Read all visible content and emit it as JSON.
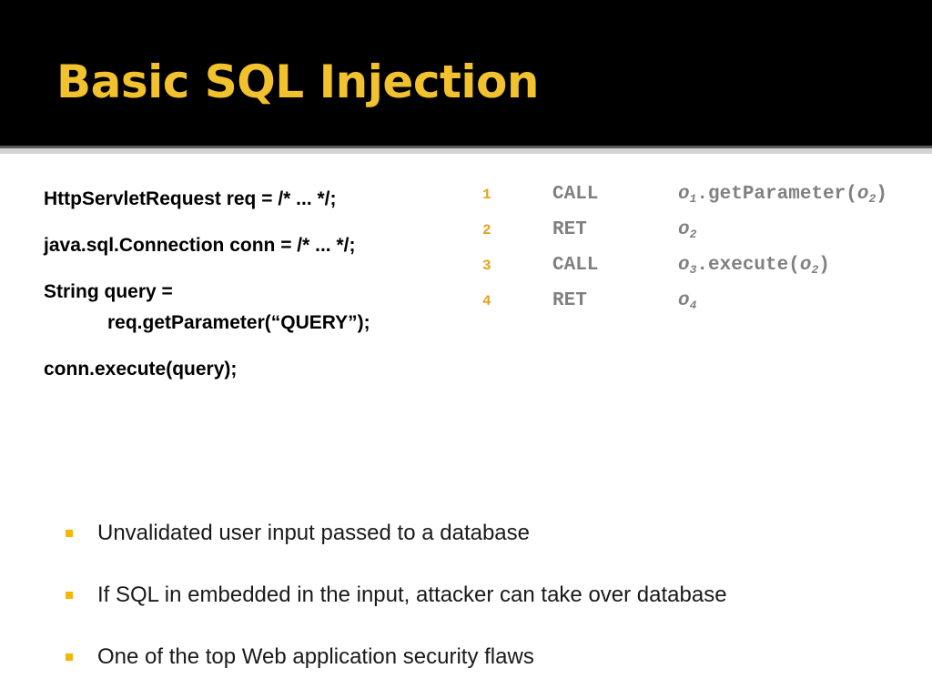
{
  "colors": {
    "title": "#F2C12E",
    "line_number": "#E3A21A",
    "trace_text": "#808080",
    "bullet": "#F2B700"
  },
  "slide": {
    "title": "Basic SQL Injection"
  },
  "code": [
    "HttpServletRequest req = /* ... */;",
    "java.sql.Connection conn = /* ... */;",
    "String query =",
    "req.getParameter(“QUERY”);",
    "conn.execute(query);"
  ],
  "trace": [
    {
      "num": "1",
      "op": "CALL",
      "base": "o",
      "base_sub": "1",
      "rest": ".getParameter(",
      "arg": "o",
      "arg_sub": "2",
      "close": ")"
    },
    {
      "num": "2",
      "op": "RET",
      "base": "o",
      "base_sub": "2",
      "rest": "",
      "arg": "",
      "arg_sub": "",
      "close": ""
    },
    {
      "num": "3",
      "op": "CALL",
      "base": "o",
      "base_sub": "3",
      "rest": ".execute(",
      "arg": "o",
      "arg_sub": "2",
      "close": ")"
    },
    {
      "num": "4",
      "op": "RET",
      "base": "o",
      "base_sub": "4",
      "rest": "",
      "arg": "",
      "arg_sub": "",
      "close": ""
    }
  ],
  "bullets": [
    "Unvalidated user input passed to a database",
    "If SQL in embedded in the input, attacker can take over database",
    "One of the top Web application security flaws"
  ]
}
